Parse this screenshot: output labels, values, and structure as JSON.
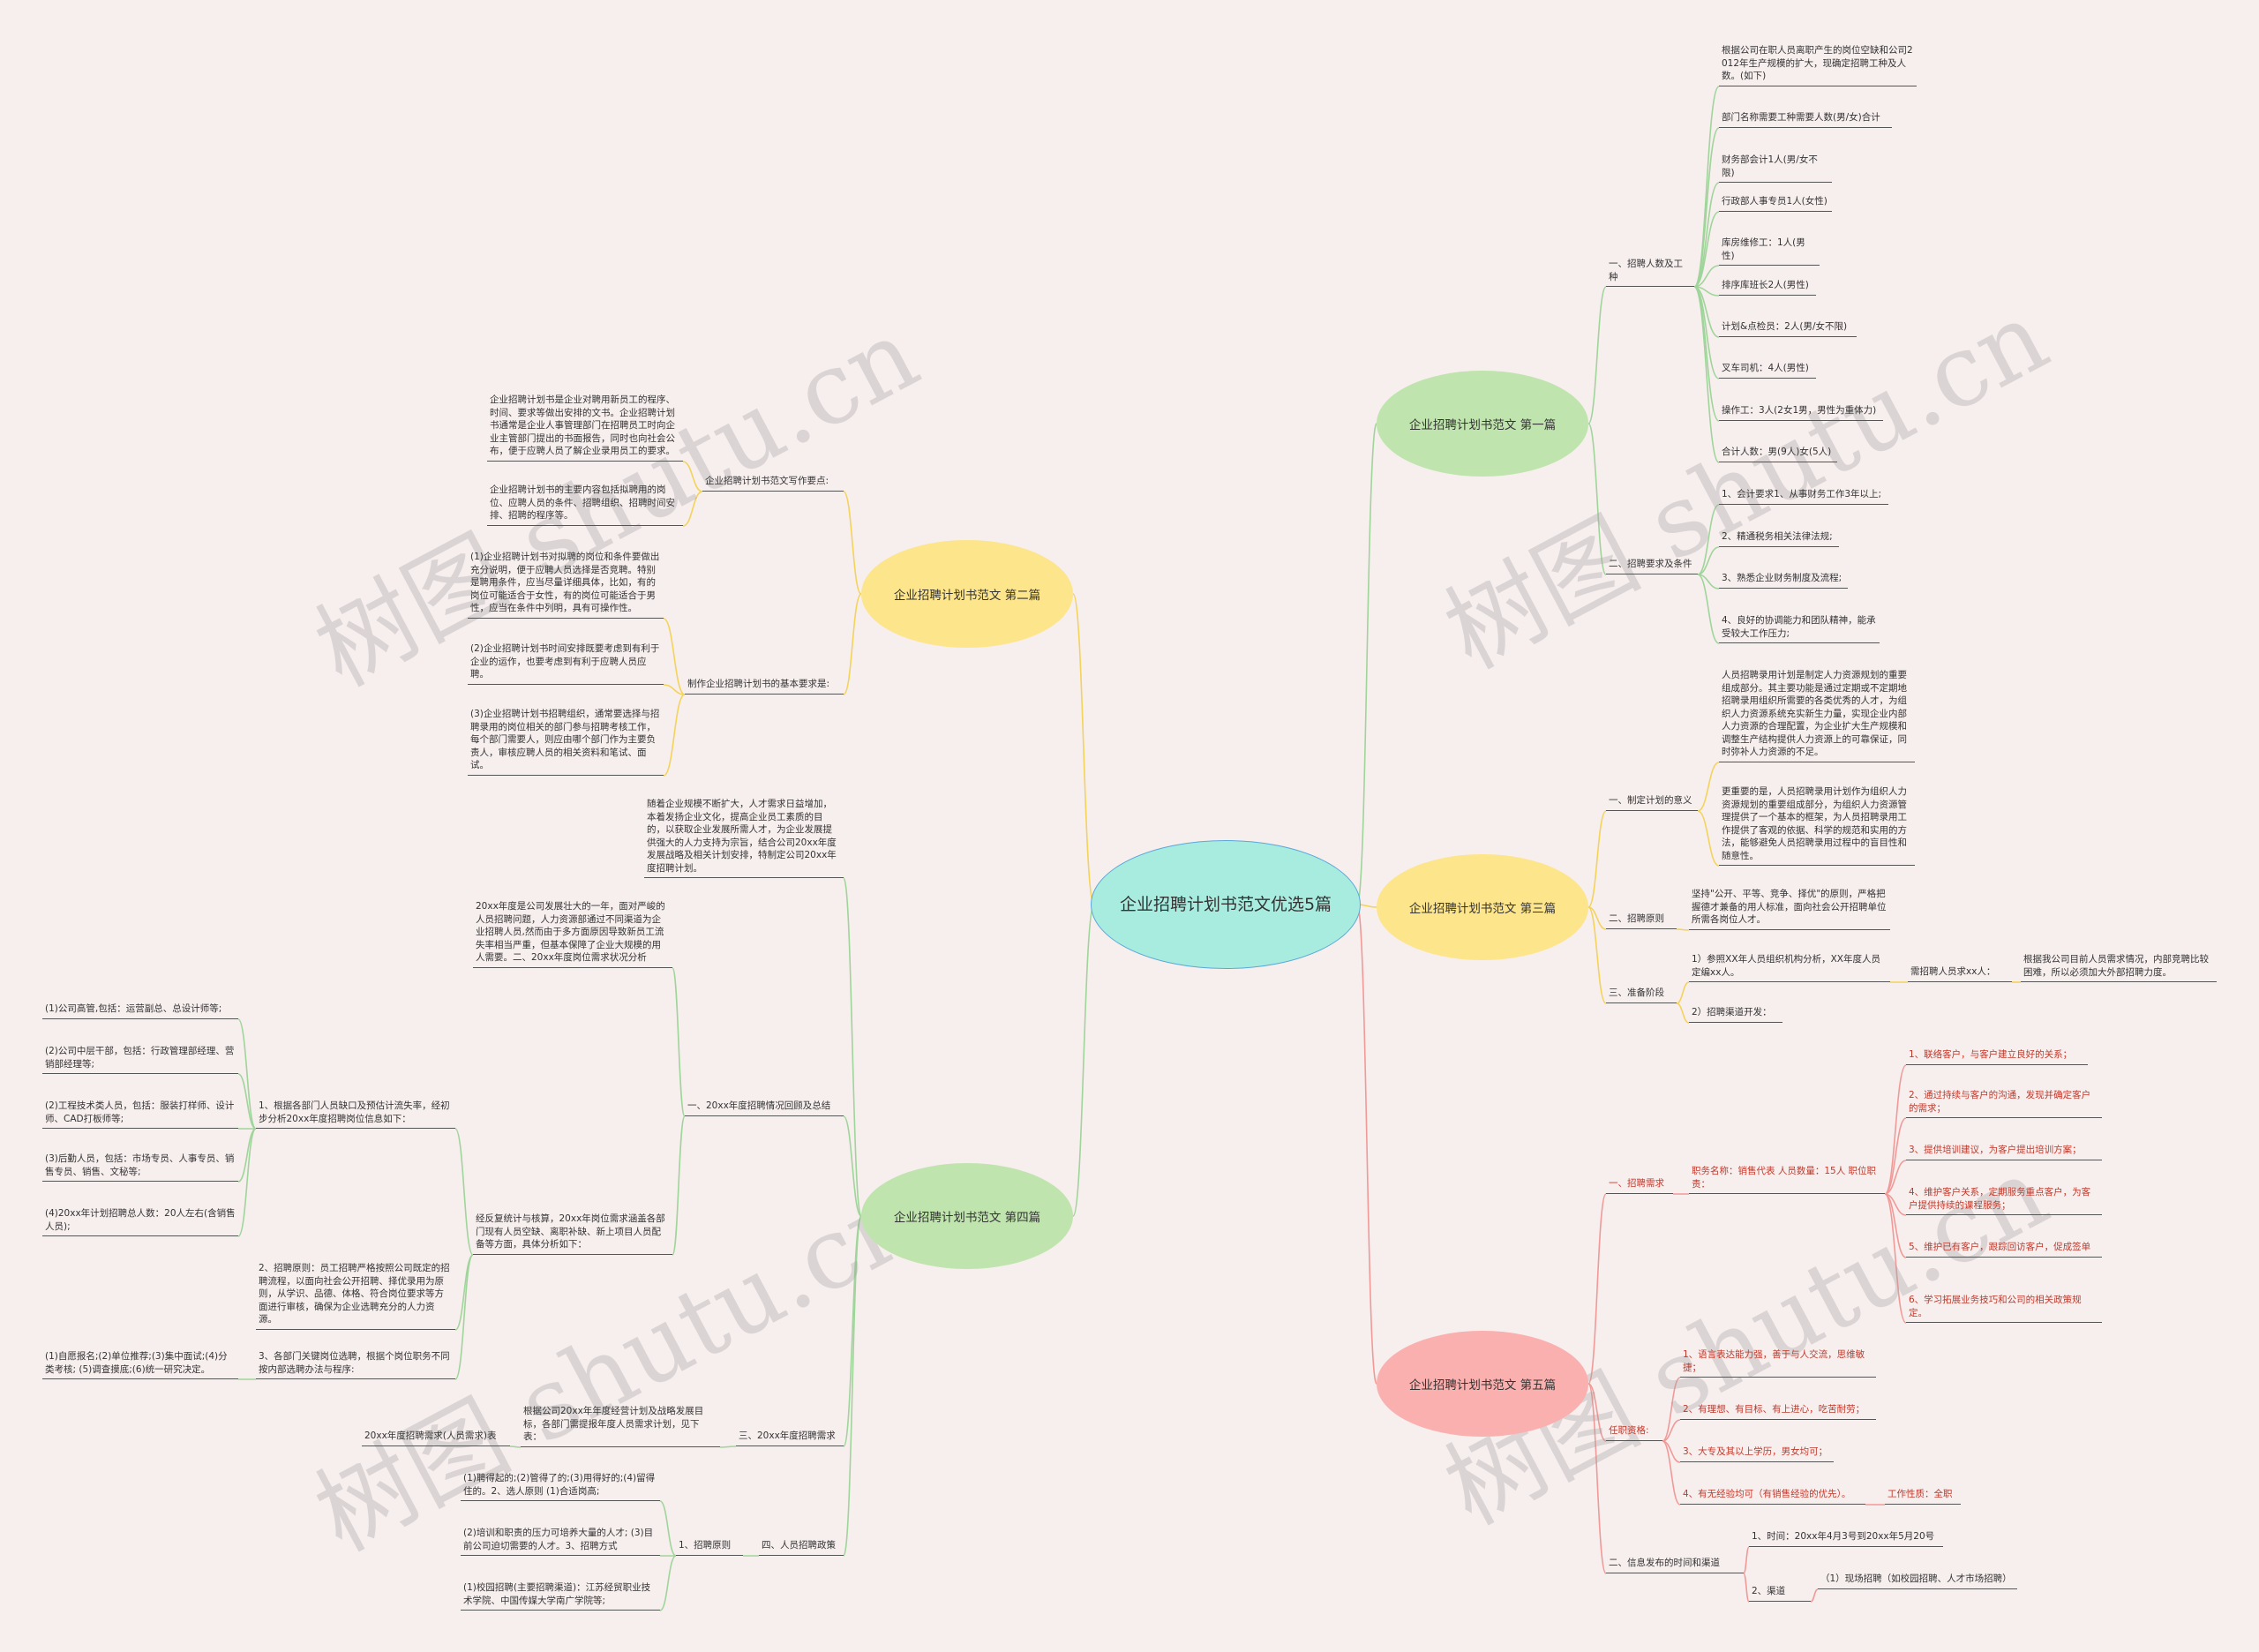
{
  "root": {
    "label": "企业招聘计划书范文优选5篇"
  },
  "watermark": "树图 shutu.cn",
  "colors": {
    "green": "#9fd59a",
    "yellow": "#f3d35a",
    "red": "#f09a98",
    "teal": "#a8ece0"
  },
  "branches": {
    "b1": {
      "label": "企业招聘计划书范文 第一篇",
      "recruit_count": "一、招聘人数及工种",
      "recruit_items": [
        "根据公司在职人员离职产生的岗位空缺和公司2012年生产规模的扩大，现确定招聘工种及人数。(如下)",
        "部门名称需要工种需要人数(男/女)合计",
        "财务部会计1人(男/女不限)",
        "行政部人事专员1人(女性)",
        "库房维修工：1人(男性)",
        "排序库班长2人(男性)",
        "计划&点检员：2人(男/女不限)",
        "叉车司机：4人(男性)",
        "操作工：3人(2女1男，男性为重体力)",
        "合计人数：男(9人)女(5人)"
      ],
      "requirements": "二、招聘要求及条件",
      "req_items": [
        "1、会计要求1、从事财务工作3年以上;",
        "2、精通税务相关法律法规;",
        "3、熟悉企业财务制度及流程;",
        "4、良好的协调能力和团队精神，能承受较大工作压力;"
      ]
    },
    "b2": {
      "label": "企业招聘计划书范文 第二篇",
      "points": "企业招聘计划书范文写作要点:",
      "points_items": [
        "企业招聘计划书是企业对聘用新员工的程序、时间、要求等做出安排的文书。企业招聘计划书通常是企业人事管理部门在招聘员工时向企业主管部门提出的书面报告，同时也向社会公布，便于应聘人员了解企业录用员工的要求。",
        "企业招聘计划书的主要内容包括拟聘用的岗位、应聘人员的条件、招聘组织、招聘时间安排、招聘的程序等。"
      ],
      "basic": "制作企业招聘计划书的基本要求是:",
      "basic_items": [
        "(1)企业招聘计划书对拟聘的岗位和条件要做出充分说明，便于应聘人员选择是否竞聘。特别是聘用条件，应当尽量详细具体，比如，有的岗位可能适合于女性，有的岗位可能适合于男性，应当在条件中列明，具有可操作性。",
        "(2)企业招聘计划书时间安排既要考虑到有利于企业的运作，也要考虑到有利于应聘人员应聘。",
        "(3)企业招聘计划书招聘组织，通常要选择与招聘录用的岗位相关的部门参与招聘考核工作，每个部门需要人，则应由哪个部门作为主要负责人，审核应聘人员的相关资料和笔试、面试。"
      ]
    },
    "b3": {
      "label": "企业招聘计划书范文 第三篇",
      "plan_meaning": "一、制定计划的意义",
      "meaning_items": [
        "人员招聘录用计划是制定人力资源规划的重要组成部分。其主要功能是通过定期或不定期地招聘录用组织所需要的各类优秀的人才，为组织人力资源系统充实新生力量，实现企业内部人力资源的合理配置，为企业扩大生产规模和调整生产结构提供人力资源上的可靠保证，同时弥补人力资源的不足。",
        "更重要的是，人员招聘录用计划作为组织人力资源规划的重要组成部分，为组织人力资源管理提供了一个基本的框架，为人员招聘录用工作提供了客观的依据、科学的规范和实用的方法，能够避免人员招聘录用过程中的盲目性和随意性。"
      ],
      "principle": "二、招聘原则",
      "principle_text": "坚持\"公开、平等、竞争、择优\"的原则，严格把握德才兼备的用人标准，面向社会公开招聘单位所需各岗位人才。",
      "prep": "三、准备阶段",
      "prep_a": "1）参照XX年人员组织机构分析，XX年度人员定编xx人。",
      "prep_a_sub": "需招聘人员求xx人：",
      "prep_a_note": "根据我公司目前人员需求情况，内部竞聘比较困难，所以必须加大外部招聘力度。",
      "prep_b": "2）招聘渠道开发："
    },
    "b4": {
      "label": "企业招聘计划书范文 第四篇",
      "intro": "随着企业规模不断扩大，人才需求日益增加，本着发扬企业文化，提高企业员工素质的目的，以获取企业发展所需人才，为企业发展提供强大的人力支持为宗旨，结合公司20xx年度发展战略及相关计划安排，特制定公司20xx年度招聘计划。",
      "summary": "一、20xx年度招聘情况回顾及总结",
      "summary_text": "20xx年度是公司发展壮大的一年，面对严峻的人员招聘问题，人力资源部通过不同渠道为企业招聘人员,然而由于多方面原因导致新员工流失率相当严重，但基本保障了企业大规模的用人需要。二、20xx年度岗位需求状况分析",
      "analysis": "1、根据各部门人员缺口及预估计流失率，经初步分析20xx年度招聘岗位信息如下：",
      "analysis_items": [
        "(1)公司高管,包括：运营副总、总设计师等;",
        "(2)公司中层干部，包括：行政管理部经理、营销部经理等;",
        "(2)工程技术类人员，包括：服装打样师、设计师、CAD打板师等;",
        "(3)后勤人员，包括：市场专员、人事专员、销售专员、销售、文秘等;",
        "(4)20xx年计划招聘总人数：20人左右(含销售人员);"
      ],
      "verify": "经反复统计与核算，20xx年岗位需求涵盖各部门现有人员空缺、离职补缺、新上项目人员配备等方面，具体分析如下：",
      "rule": "2、招聘原则：员工招聘严格按照公司既定的招聘流程，以面向社会公开招聘、择优录用为原则，从学识、品德、体格、符合岗位要求等方面进行审核，确保为企业选聘充分的人力资源。",
      "depts": "3、各部门关键岗位选聘，根据个岗位职务不同按内部选聘办法与程序:",
      "depts_note": "(1)自愿报名;(2)单位推荐;(3)集中面试;(4)分类考核; (5)调查摸底;(6)统一研究决定。",
      "demand": "三、20xx年度招聘需求",
      "demand_text": "根据公司20xx年年度经营计划及战略发展目标，各部门需提报年度人员需求计划，见下表：",
      "demand_table": "20xx年度招聘需求(人员需求)表",
      "policy": "四、人员招聘政策",
      "policy_principle": "1、招聘原则",
      "policy_items": [
        "(1)聘得起的;(2)管得了的;(3)用得好的;(4)留得住的。2、选人原则 (1)合适岗高;",
        "(2)培训和职责的压力可培养大量的人才; (3)目前公司迫切需要的人才。3、招聘方式",
        "(1)校园招聘(主要招聘渠道)：江苏经贸职业技术学院、中国传媒大学南广学院等;"
      ]
    },
    "b5": {
      "label": "企业招聘计划书范文 第五篇",
      "demand": "一、招聘需求",
      "position": "职务名称：销售代表 人员数量：15人 职位职责：",
      "duties": [
        "1、联络客户，与客户建立良好的关系；",
        "2、通过持续与客户的沟通，发现并确定客户的需求；",
        "3、提供培训建议，为客户提出培训方案；",
        "4、维护客户关系，定期服务重点客户，为客户提供持续的课程服务；",
        "5、维护已有客户，跟踪回访客户，促成签单",
        "6、学习拓展业务技巧和公司的相关政策规定。"
      ],
      "qual": "任职资格:",
      "qual_items": [
        "1、语言表达能力强，善于与人交流，思维敏捷；",
        "2、有理想、有目标、有上进心，吃苦耐劳；",
        "3、大专及其以上学历，男女均可；",
        "4、有无经验均可（有销售经验的优先）。"
      ],
      "work_type": "工作性质：全职",
      "publish": "二、信息发布的时间和渠道",
      "time": "1、时间：20xx年4月3号到20xx年5月20号",
      "channel": "2、渠道",
      "channel_items": "（1）现场招聘（如校园招聘、人才市场招聘）"
    }
  }
}
